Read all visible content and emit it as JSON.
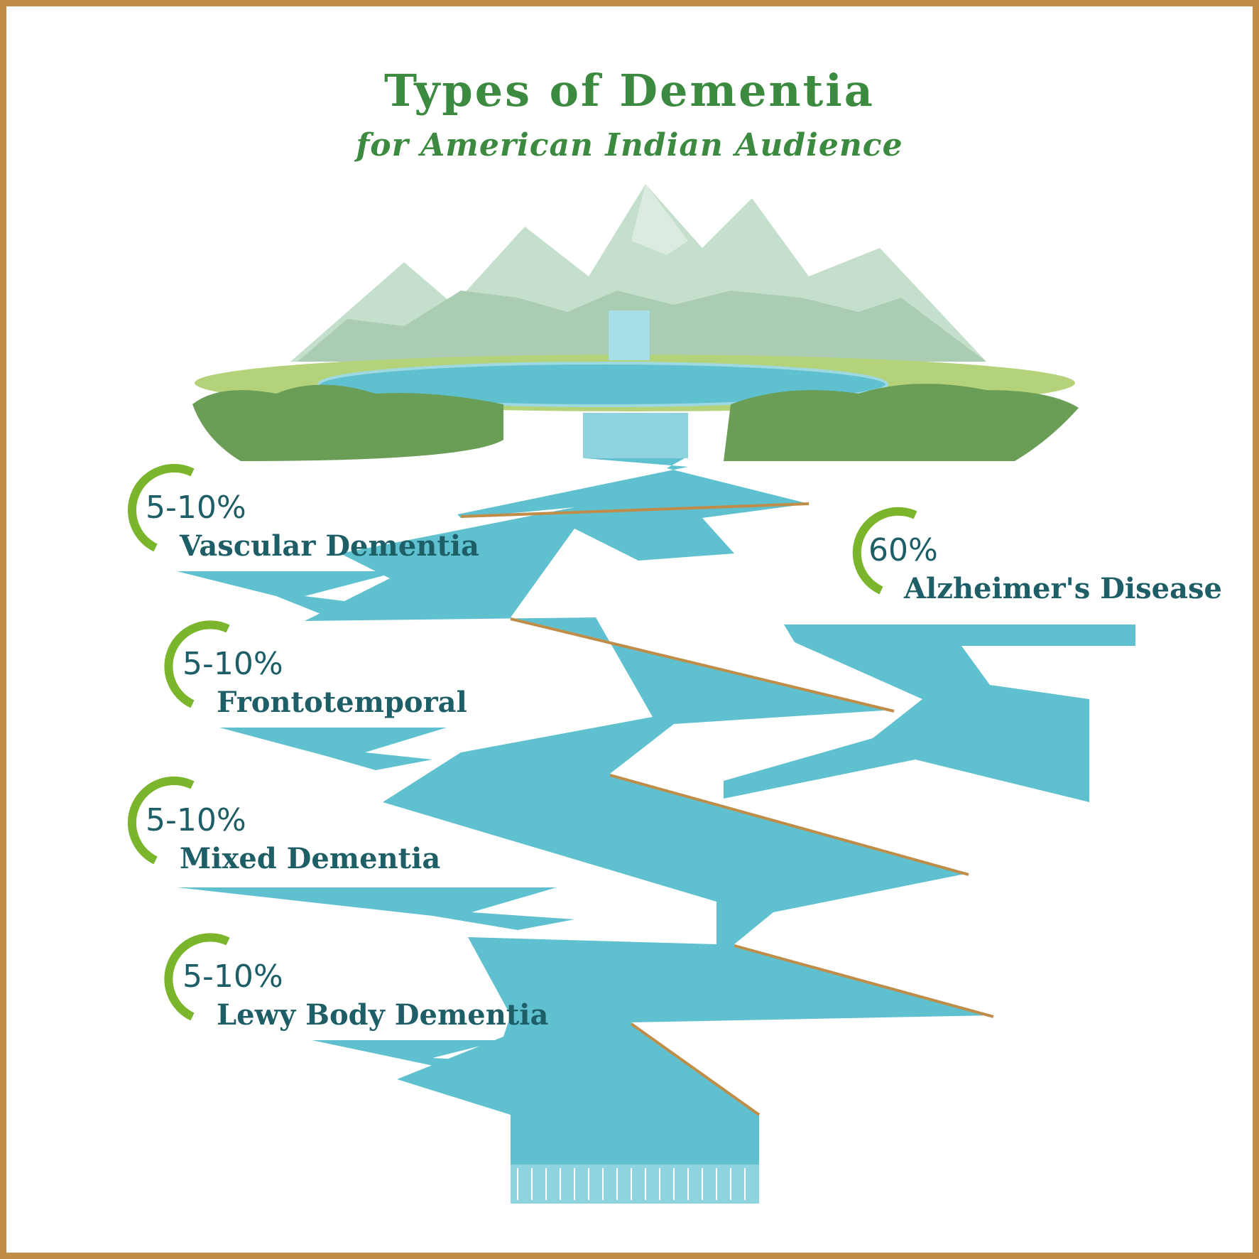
{
  "header": {
    "title": "Types of Dementia",
    "subtitle": "for American Indian Audience"
  },
  "stats": [
    {
      "percent": "5-10%",
      "label": "Vascular Dementia",
      "icon": "progress-ring-icon"
    },
    {
      "percent": "5-10%",
      "label": "Frontotemporal",
      "icon": "progress-ring-icon"
    },
    {
      "percent": "5-10%",
      "label": "Mixed Dementia",
      "icon": "progress-ring-icon"
    },
    {
      "percent": "5-10%",
      "label": "Lewy Body Dementia",
      "icon": "progress-ring-icon"
    },
    {
      "percent": "60%",
      "label": "Alzheimer's Disease",
      "icon": "progress-ring-icon"
    }
  ],
  "colors": {
    "border": "#c08d48",
    "title": "#3b8a3f",
    "text": "#1e5e66",
    "ring": "#7ab52b",
    "river": "#5fc1cf",
    "riverbank": "#c08d48",
    "mountain": "#b7d6c0",
    "bush": "#6a9e57",
    "grass": "#b3d27a"
  }
}
